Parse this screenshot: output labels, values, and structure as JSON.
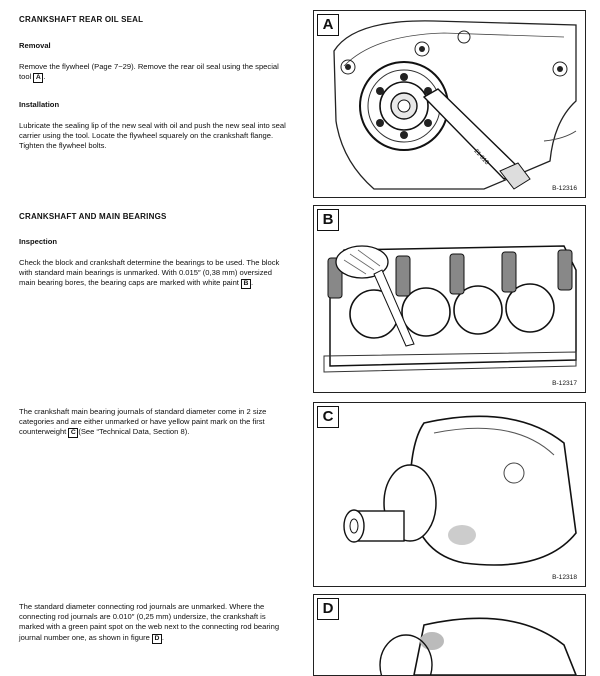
{
  "sections": {
    "seal": {
      "title": "CRANKSHAFT REAR OIL SEAL",
      "removal_heading": "Removal",
      "removal_text": "Remove the flywheel (Page 7−29). Remove the rear oil seal using the special tool",
      "removal_ref": "A",
      "installation_heading": "Installation",
      "installation_text": "Lubricate the sealing lip of the new seal with oil and push the new seal into seal carrier using the tool. Locate the flywheel squarely on the crankshaft flange. Tighten the flywheel bolts."
    },
    "bearings": {
      "title": "CRANKSHAFT AND MAIN BEARINGS",
      "inspection_heading": "Inspection",
      "inspection_text": "Check the block and crankshaft determine the bearings to be used. The block with standard main bearings is unmarked. With 0.015″ (0,38 mm) oversized main bearing bores, the bearing caps are marked with white paint",
      "inspection_ref": "B",
      "journals_text": "The crankshaft main bearing journals of standard diameter come in 2 size categories and are either unmarked or have yellow paint mark on the first counterweight",
      "journals_ref": "C",
      "journals_tail": "(See “Technical Data, Section 8).",
      "rod_text": "The standard diameter connecting rod journals are unmarked. Where the connecting rod journals are 0.010″ (0,25 mm) undersize, the crankshaft is marked with a green paint spot on the web next to the connecting rod bearing journal number one, as shown in figure",
      "rod_ref": "D",
      "rod_tail": "."
    }
  },
  "figures": [
    {
      "label": "A",
      "code": "B-12316",
      "tool_marking": "21-018"
    },
    {
      "label": "B",
      "code": "B-12317"
    },
    {
      "label": "C",
      "code": "B-12318"
    },
    {
      "label": "D"
    }
  ]
}
